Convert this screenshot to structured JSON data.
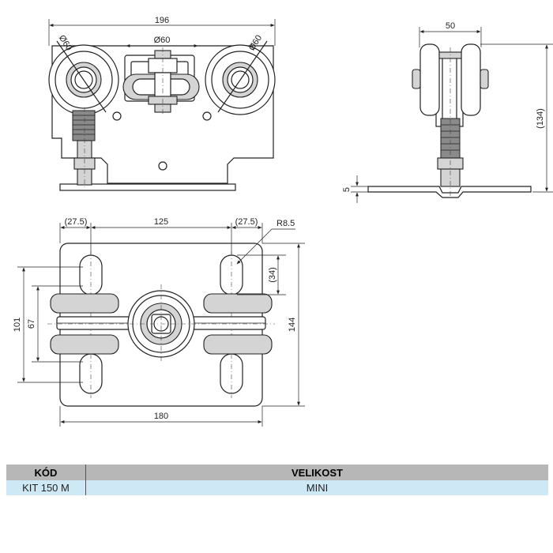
{
  "front_view": {
    "dim_width": "196",
    "dim_wheel_left": "Ø60",
    "dim_wheel_right": "Ø60",
    "dim_center": "Ø60"
  },
  "side_view": {
    "dim_width": "50",
    "dim_height": "(134)",
    "dim_plate": "5"
  },
  "top_view": {
    "dim_left_offset": "(27.5)",
    "dim_hole_spacing": "125",
    "dim_right_offset": "(27.5)",
    "dim_radius": "R8.5",
    "dim_slot": "(34)",
    "dim_outer_height": "101",
    "dim_inner_height": "67",
    "dim_plate_height": "144",
    "dim_plate_width": "180"
  },
  "table": {
    "headers": [
      "KÓD",
      "VELIKOST"
    ],
    "rows": [
      [
        "KIT 150 M",
        "MINI"
      ]
    ]
  }
}
